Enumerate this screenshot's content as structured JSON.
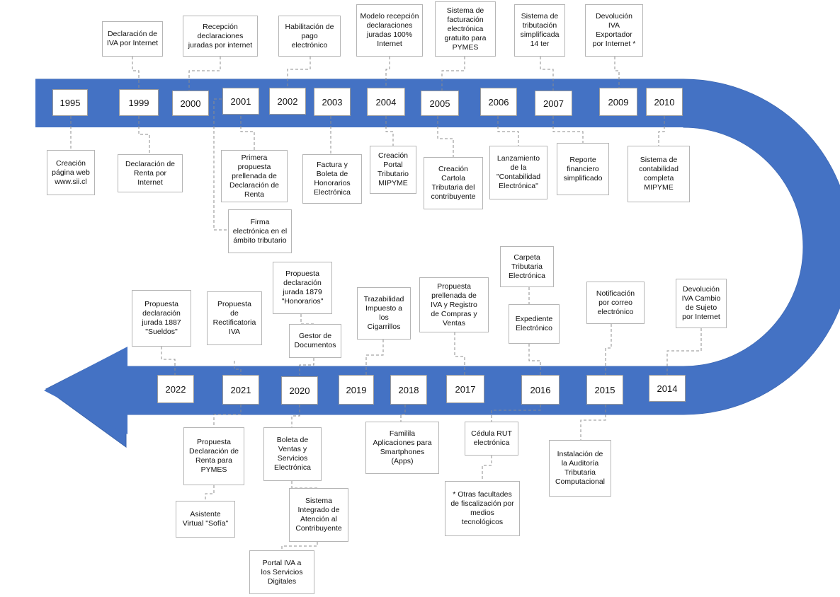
{
  "colors": {
    "band": "#4472c4",
    "box_border": "#b5b5b5",
    "connector": "#8c8c8c"
  },
  "years": [
    "1995",
    "1999",
    "2000",
    "2001",
    "2002",
    "2003",
    "2004",
    "2005",
    "2006",
    "2007",
    "2009",
    "2010",
    "2014",
    "2015",
    "2016",
    "2017",
    "2018",
    "2019",
    "2020",
    "2021",
    "2022"
  ],
  "events": [
    "Creación\npágina web\nwww.sii.cl",
    "Declaración de\nIVA por Internet",
    "Declaración de\nRenta por\nInternet",
    "Recepción\ndeclaraciones\njuradas por internet",
    "Primera propuesta\nprellenada de\nDeclaración de\nRenta",
    "Firma\nelectrónica en el\námbito tributario",
    "Habilitación de\npago\nelectrónico",
    "Factura y\nBoleta de\nHonorarios\nElectrónica",
    "Modelo recepción\ndeclaraciones\njuradas 100%\nInternet",
    "Creación\nPortal\nTributario\nMIPYME",
    "Sistema de\nfacturación\nelectrónica\ngratuito para\nPYMES",
    "Creación\nCartola\nTributaria del\ncontribuyente",
    "Lanzamiento\nde la\n\"Contabilidad\nElectrónica\"",
    "Sistema de\ntributación\nsimplificada\n14 ter",
    "Reporte\nfinanciero\nsimplificado",
    "Devolución\nIVA\nExportador\npor Internet *",
    "Sistema de\ncontabilidad\ncompleta\nMIPYME",
    "Devolución\nIVA Cambio\nde Sujeto\npor Internet",
    "Notificación\npor correo\nelectrónico",
    "Instalación de\nla Auditoría\nTributaria\nComputacional",
    "Carpeta\nTributaria\nElectrónica",
    "Expediente\nElectrónico",
    "Cédula RUT\nelectrónica",
    "* Otras facultades\nde fiscalización por\nmedios\ntecnológicos",
    "Propuesta\nprellenada de\nIVA y Registro\nde Compras y\nVentas",
    "Familila\nAplicaciones para\nSmartphones\n(Apps)",
    "Trazabilidad\nImpuesto a\nlos\nCigarrillos",
    "Propuesta\ndeclaración\njurada 1879\n\"Honorarios\"",
    "Gestor de\nDocumentos",
    "Boleta de\nVentas y\nServicios\nElectrónica",
    "Sistema\nIntegrado de\nAtención al\nContribuyente",
    "Portal IVA a\nlos Servicios\nDigitales",
    "Propuesta\nde\nRectificatoria\nIVA",
    "Propuesta\nDeclaración de\nRenta para\nPYMES",
    "Asistente\nVirtual \"Sofía\"",
    "Propuesta\ndeclaración\njurada 1887\n\"Sueldos\""
  ]
}
